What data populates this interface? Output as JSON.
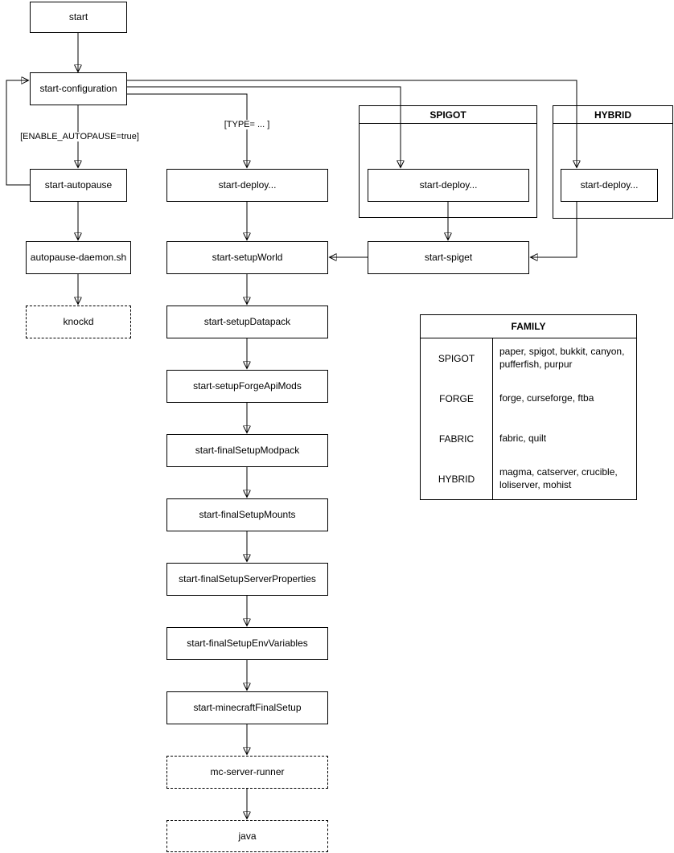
{
  "diagram": {
    "background": "#ffffff",
    "stroke_color": "#000000",
    "nodes": {
      "start": "start",
      "start_configuration": "start-configuration",
      "start_autopause": "start-autopause",
      "autopause_daemon": "autopause-daemon.sh",
      "knockd": "knockd",
      "start_deploy_main": "start-deploy...",
      "start_setup_world": "start-setupWorld",
      "start_setup_datapack": "start-setupDatapack",
      "start_setup_forge_api_mods": "start-setupForgeApiMods",
      "start_final_setup_modpack": "start-finalSetupModpack",
      "start_final_setup_mounts": "start-finalSetupMounts",
      "start_final_setup_server_properties": "start-finalSetupServerProperties",
      "start_final_setup_env_variables": "start-finalSetupEnvVariables",
      "start_minecraft_final_setup": "start-minecraftFinalSetup",
      "mc_server_runner": "mc-server-runner",
      "java": "java",
      "start_deploy_spigot": "start-deploy...",
      "start_deploy_hybrid": "start-deploy...",
      "start_spiget": "start-spiget"
    },
    "containers": {
      "spigot": "SPIGOT",
      "hybrid": "HYBRID"
    },
    "edge_labels": {
      "enable_autopause": "[ENABLE_AUTOPAUSE=true]",
      "type_condition": "[TYPE= ... ]"
    },
    "family_table": {
      "title": "FAMILY",
      "rows": [
        {
          "family": "SPIGOT",
          "members": "paper, spigot, bukkit, canyon, pufferfish, purpur"
        },
        {
          "family": "FORGE",
          "members": "forge, curseforge, ftba"
        },
        {
          "family": "FABRIC",
          "members": "fabric, quilt"
        },
        {
          "family": "HYBRID",
          "members": "magma, catserver, crucible, loliserver, mohist"
        }
      ]
    }
  }
}
